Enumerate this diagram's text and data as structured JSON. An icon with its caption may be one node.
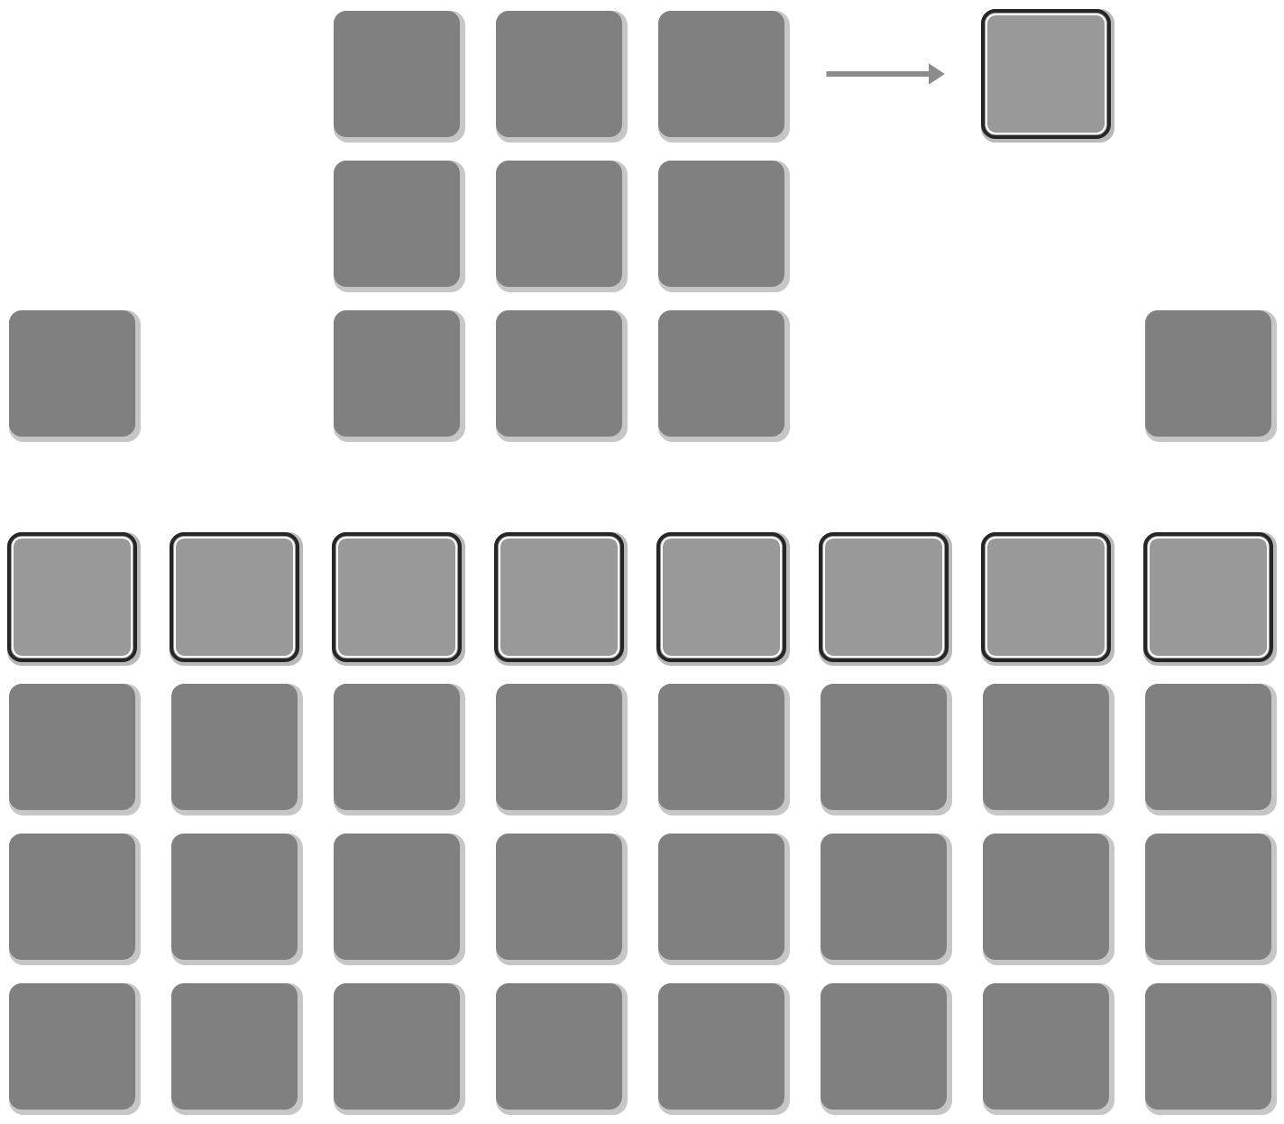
{
  "diagram": {
    "nodes": [
      {
        "text": [],
        "shape": "box"
      },
      {
        "text": [],
        "shape": "box"
      },
      {
        "text": [],
        "shape": "box"
      },
      {
        "text": [],
        "shape": "box"
      },
      {
        "text": [],
        "shape": "box"
      },
      {
        "text": [],
        "shape": "box"
      },
      {
        "text": [],
        "shape": "box"
      },
      {
        "text": [],
        "shape": "box"
      },
      {
        "text": [],
        "shape": "box"
      },
      {
        "text": [],
        "shape": "box"
      },
      {
        "text": [],
        "shape": "box"
      },
      {
        "text": [],
        "shape": "box"
      },
      {
        "text": [],
        "shape": "box"
      },
      {
        "text": [],
        "shape": "box"
      },
      {
        "text": [],
        "shape": "box"
      },
      {
        "text": [],
        "shape": "box"
      },
      {
        "text": [],
        "shape": "box"
      },
      {
        "text": [],
        "shape": "box"
      },
      {
        "text": [],
        "shape": "box"
      },
      {
        "text": [],
        "shape": "box"
      },
      {
        "text": [],
        "shape": "box"
      },
      {
        "text": [],
        "shape": "box"
      },
      {
        "text": [],
        "shape": "box"
      },
      {
        "text": [],
        "shape": "box"
      },
      {
        "text": [],
        "shape": "box"
      },
      {
        "text": [],
        "shape": "box"
      },
      {
        "text": [],
        "shape": "box"
      },
      {
        "text": [],
        "shape": "box"
      },
      {
        "text": [],
        "shape": "box"
      },
      {
        "text": [],
        "shape": "box"
      },
      {
        "text": [],
        "shape": "box"
      },
      {
        "text": [],
        "shape": "box"
      },
      {
        "text": [],
        "shape": "box"
      },
      {
        "text": [],
        "shape": "box"
      },
      {
        "text": [],
        "shape": "box"
      },
      {
        "text": [],
        "shape": "box"
      },
      {
        "text": [],
        "shape": "box"
      },
      {
        "text": [],
        "shape": "box"
      },
      {
        "text": [],
        "shape": "box"
      },
      {
        "text": [],
        "shape": "box"
      },
      {
        "text": [],
        "shape": "box"
      },
      {
        "text": [],
        "shape": "box"
      },
      {
        "text": [],
        "shape": "box"
      },
      {
        "text": [],
        "shape": "box"
      }
    ],
    "edges": [
      {
        "from": 2,
        "to": 3,
        "arrow": "to"
      }
    ]
  }
}
